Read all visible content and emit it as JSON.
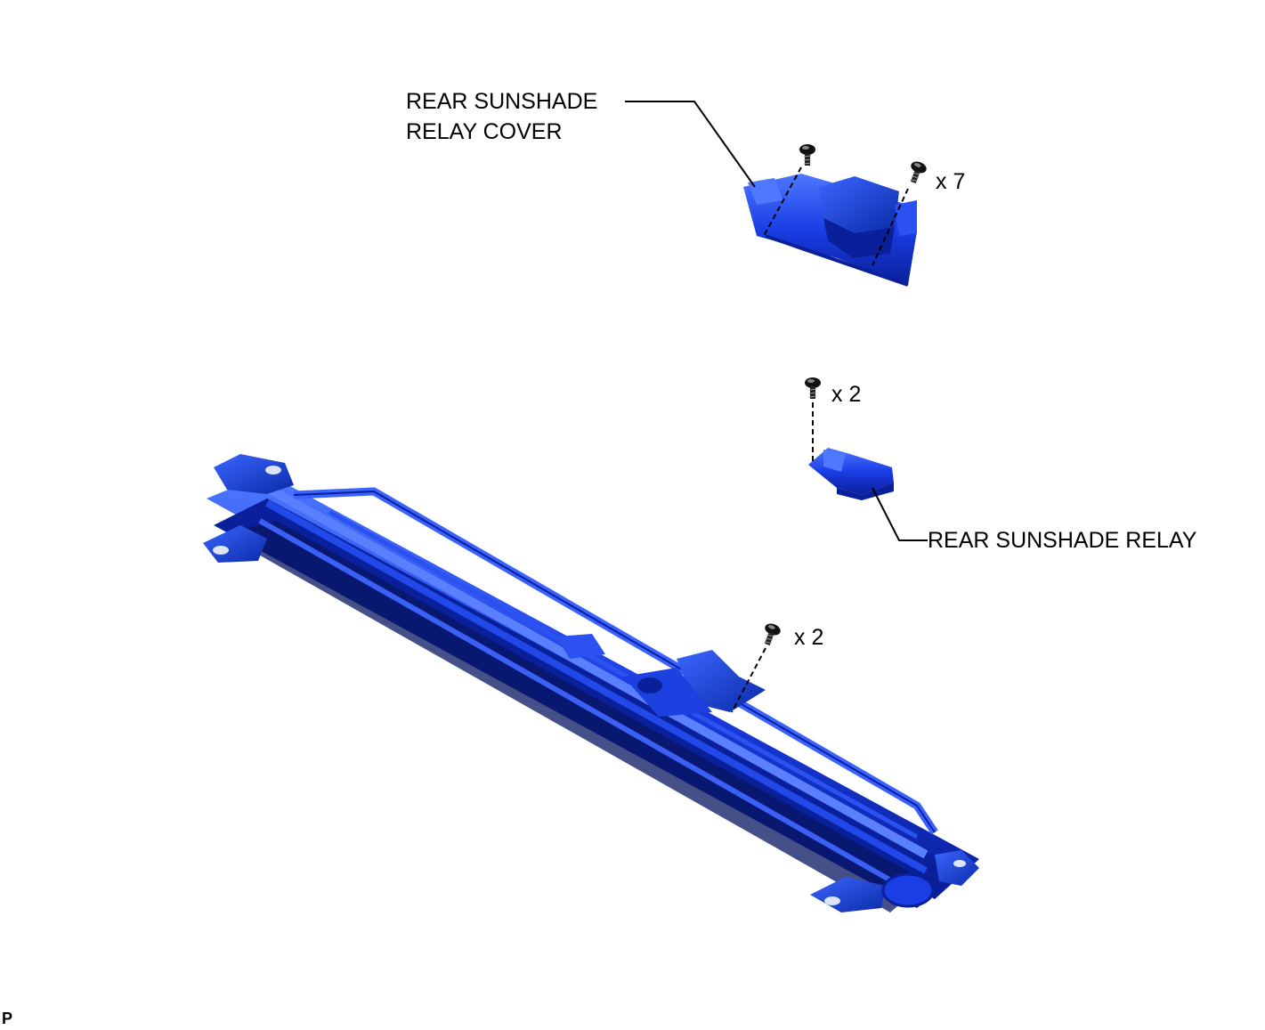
{
  "labels": {
    "cover_line1": "REAR SUNSHADE",
    "cover_line2": "RELAY COVER",
    "relay": "REAR SUNSHADE RELAY",
    "qty_cover_screws": "x 7",
    "qty_relay_screws": "x 2",
    "qty_bracket_screws": "x 2"
  },
  "figure_code": "P",
  "colors": {
    "part_fill": "#1a3ee6",
    "part_dark": "#0a1f9a",
    "part_light": "#4d78ff",
    "line": "#000000"
  }
}
